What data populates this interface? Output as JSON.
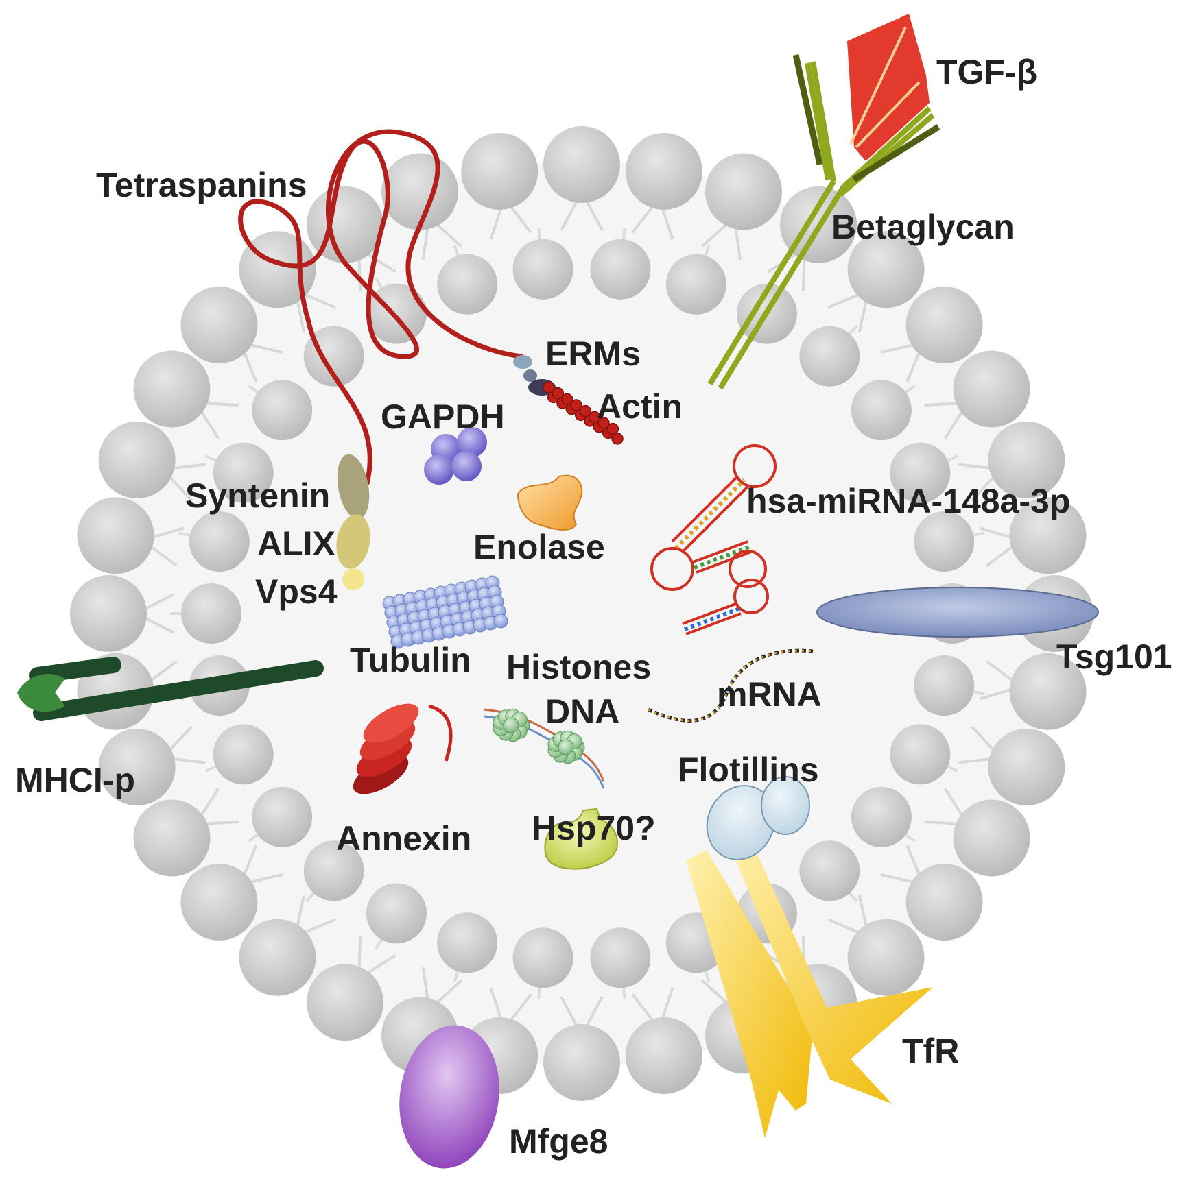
{
  "labels": {
    "tgf_beta": "TGF-β",
    "tetraspanins": "Tetraspanins",
    "betaglycan": "Betaglycan",
    "erms": "ERMs",
    "actin": "Actin",
    "gapdh": "GAPDH",
    "syntenin": "Syntenin",
    "alix": "ALIX",
    "vps4": "Vps4",
    "enolase": "Enolase",
    "mirna": "hsa-miRNA-148a-3p",
    "tubulin": "Tubulin",
    "histones": "Histones",
    "dna": "DNA",
    "mrna": "mRNA",
    "tsg101": "Tsg101",
    "mhci_p": "MHCI-p",
    "flotillins": "Flotillins",
    "annexin": "Annexin",
    "hsp70": "Hsp70?",
    "tfr": "TfR",
    "mfge8": "Mfge8"
  },
  "colors": {
    "lipid_head": "#c4c4c4",
    "lipid_tail": "#d6d6d6",
    "lumen": "#f4f4f4",
    "tetraspanin": "#b3201c",
    "betaglycan": "#8fa81e",
    "tgf_beta": "#e23a2c",
    "mhc": "#1f4a2a",
    "tsg101": "#8a9bc0",
    "tfr": "#f0c020",
    "mfge8": "#9a4fc0",
    "gapdh": "#7a6fd0",
    "enolase": "#f3a43a",
    "annexin": "#d0302a",
    "hsp70": "#c8d84a",
    "tubulin": "#8aa0dc",
    "flotillin": "#c8dce8"
  }
}
